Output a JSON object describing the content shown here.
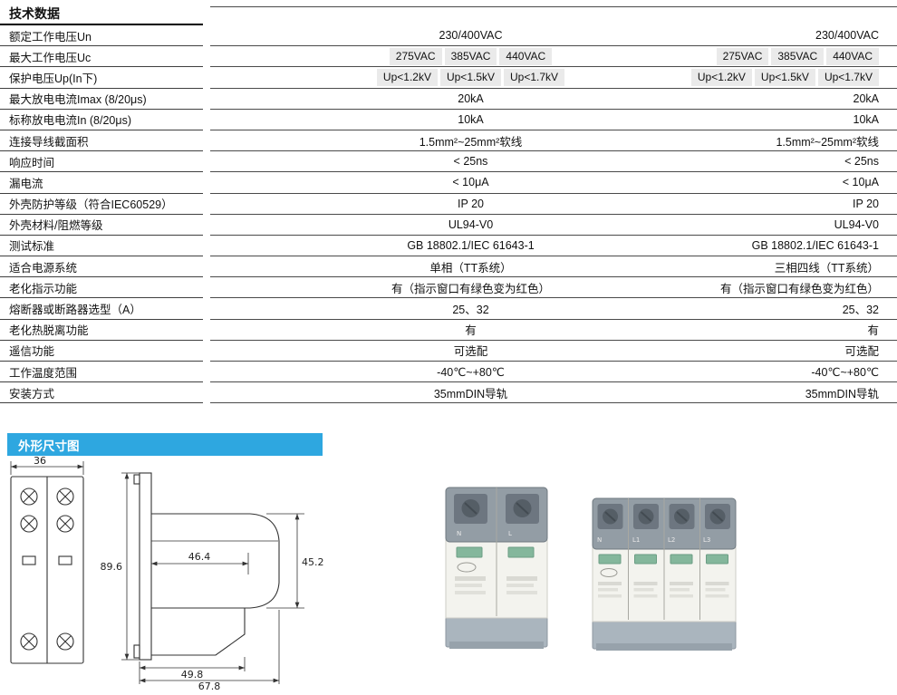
{
  "tech": {
    "title": "技术数据",
    "rows": [
      {
        "label": "额定工作电压Un",
        "v1": "230/400VAC",
        "v2": "230/400VAC"
      },
      {
        "label": "最大工作电压Uc",
        "t1": [
          "275VAC",
          "385VAC",
          "440VAC"
        ],
        "t2": [
          "275VAC",
          "385VAC",
          "440VAC"
        ]
      },
      {
        "label": "保护电压Up(In下)",
        "t1": [
          "Up<1.2kV",
          "Up<1.5kV",
          "Up<1.7kV"
        ],
        "t2": [
          "Up<1.2kV",
          "Up<1.5kV",
          "Up<1.7kV"
        ]
      },
      {
        "label": "最大放电电流Imax (8/20μs)",
        "v1": "20kA",
        "v2": "20kA"
      },
      {
        "label": "标称放电电流In (8/20μs)",
        "v1": "10kA",
        "v2": "10kA"
      },
      {
        "label": "连接导线截面积",
        "v1": "1.5mm²~25mm²软线",
        "v2": "1.5mm²~25mm²软线"
      },
      {
        "label": "响应时间",
        "v1": "< 25ns",
        "v2": "< 25ns"
      },
      {
        "label": "漏电流",
        "v1": "< 10μA",
        "v2": "< 10μA"
      },
      {
        "label": "外壳防护等级（符合IEC60529）",
        "v1": "IP 20",
        "v2": "IP 20"
      },
      {
        "label": "外壳材料/阻燃等级",
        "v1": "UL94-V0",
        "v2": "UL94-V0"
      },
      {
        "label": "测试标准",
        "v1": "GB 18802.1/IEC 61643-1",
        "v2": "GB 18802.1/IEC 61643-1"
      },
      {
        "label": "适合电源系统",
        "v1": "单相（TT系统）",
        "v2": "三相四线（TT系统）"
      },
      {
        "label": "老化指示功能",
        "v1": "有（指示窗口有绿色变为红色）",
        "v2": "有（指示窗口有绿色变为红色）"
      },
      {
        "label": "熔断器或断路器选型（A）",
        "v1": "25、32",
        "v2": "25、32"
      },
      {
        "label": "老化热脱离功能",
        "v1": "有",
        "v2": "有"
      },
      {
        "label": "遥信功能",
        "v1": "可选配",
        "v2": "可选配"
      },
      {
        "label": "工作温度范围",
        "v1": "-40℃~+80℃",
        "v2": "-40℃~+80℃"
      },
      {
        "label": "安装方式",
        "v1": "35mmDIN导轨",
        "v2": "35mmDIN导轨"
      }
    ]
  },
  "outline": {
    "title": "外形尺寸图",
    "dims": {
      "width": "36",
      "height": "89.6",
      "depth_inner": "46.4",
      "body_height": "45.2",
      "depth_lower": "49.8",
      "depth_total": "67.8"
    }
  },
  "photos": {
    "two_pole_terminals": [
      "N",
      "L"
    ],
    "four_pole_terminals": [
      "N",
      "L1",
      "L2",
      "L3"
    ]
  },
  "colors": {
    "section_header_bg": "#2ea7e0",
    "option_cell_bg": "#eaeaea"
  }
}
